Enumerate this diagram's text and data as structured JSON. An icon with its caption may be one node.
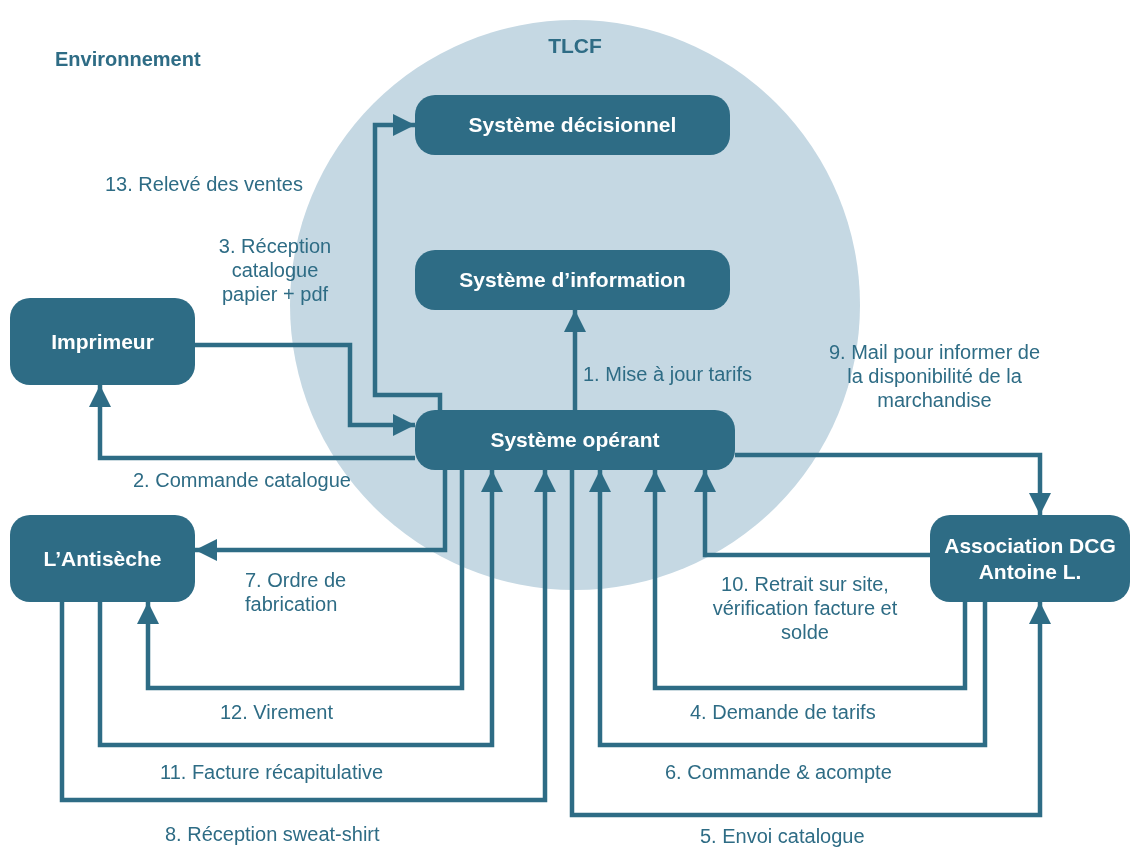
{
  "diagram": {
    "nodes": [
      {
        "text": [
          "TLCF"
        ]
      },
      {
        "text": [
          "Système décisionnel"
        ],
        "in": 0
      },
      {
        "text": [
          "Système d’information"
        ],
        "in": 0
      },
      {
        "text": [
          "Système opérant"
        ],
        "in": 0
      },
      {
        "text": [
          "Imprimeur"
        ]
      },
      {
        "text": [
          "L’Antisèche"
        ]
      },
      {
        "text": [
          "Association DCG Antoine L."
        ]
      }
    ],
    "edges": [
      {
        "from": 3,
        "to": 2,
        "arrow": "to",
        "label": "1. Mise à jour tarifs"
      },
      {
        "from": 3,
        "to": 4,
        "arrow": "to",
        "label": "2. Commande catalogue"
      },
      {
        "from": 4,
        "to": 3,
        "arrow": "to",
        "label": "3. Réception catalogue papier + pdf"
      },
      {
        "from": 6,
        "to": 3,
        "arrow": "to",
        "label": "4. Demande de tarifs"
      },
      {
        "from": 3,
        "to": 6,
        "arrow": "to",
        "label": "5. Envoi catalogue"
      },
      {
        "from": 6,
        "to": 3,
        "arrow": "to",
        "label": "6. Commande & acompte"
      },
      {
        "from": 3,
        "to": 5,
        "arrow": "to",
        "label": "7. Ordre de fabrication"
      },
      {
        "from": 5,
        "to": 3,
        "arrow": "to",
        "label": "8. Réception sweat-shirt"
      },
      {
        "from": 3,
        "to": 6,
        "arrow": "to",
        "label": "9. Mail pour informer de la disponibilité de la marchandise"
      },
      {
        "from": 6,
        "to": 3,
        "arrow": "to",
        "label": "10. Retrait sur site, vérification facture et solde"
      },
      {
        "from": 5,
        "to": 3,
        "arrow": "to",
        "label": "11. Facture récapitulative"
      },
      {
        "from": 3,
        "to": 5,
        "arrow": "to",
        "label": "12. Virement"
      },
      {
        "from": 3,
        "to": 1,
        "arrow": "to",
        "label": "13. Relevé des ventes"
      }
    ],
    "labels": [
      "Environnement"
    ]
  }
}
